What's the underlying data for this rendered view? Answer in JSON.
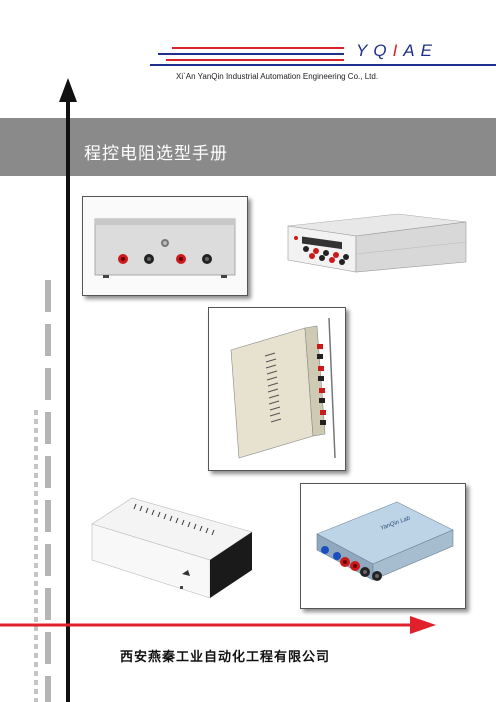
{
  "header": {
    "logo_prefix": "YQ",
    "logo_accent": "I",
    "logo_suffix": "AE",
    "company_en": "Xi`An YanQin Industrial Automation Engineering Co., Ltd."
  },
  "banner": {
    "title": "程控电阻选型手册"
  },
  "footer": {
    "company_cn": "西安燕秦工业自动化工程有限公司"
  },
  "product_photos": {
    "count": 5,
    "logo_on_device": "YanQin Lab"
  },
  "colors": {
    "brand_blue": "#1f2f8f",
    "brand_red": "#d8232a",
    "banner_gray": "#8a8a8a",
    "dash_gray": "#b5b5b5"
  }
}
